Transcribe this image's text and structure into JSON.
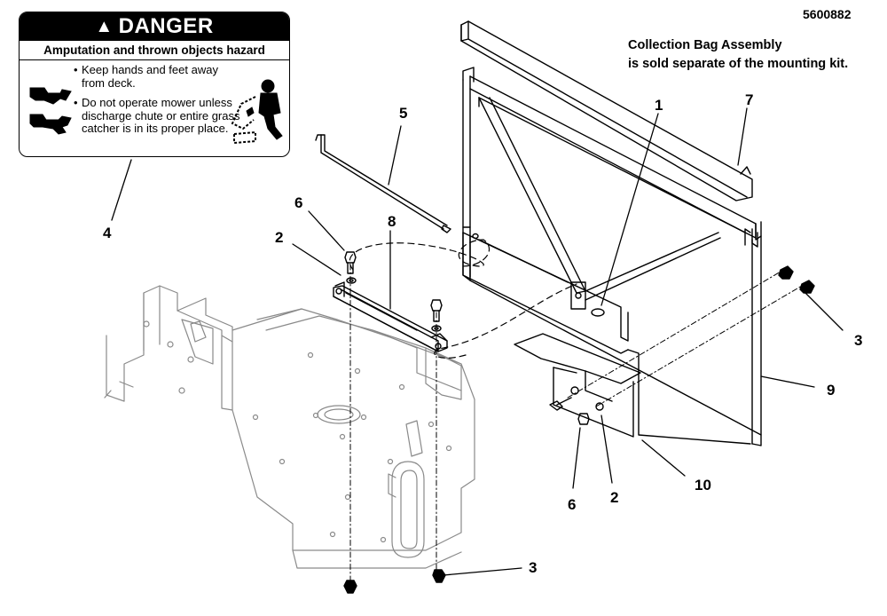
{
  "doc_number": "5600882",
  "note": {
    "line1": "Collection Bag Assembly",
    "line2": "is sold separate of the mounting kit."
  },
  "decal": {
    "header": "DANGER",
    "subheader": "Amputation and thrown objects hazard",
    "bullets": [
      "Keep hands and feet away from deck.",
      "Do not operate mower unless discharge chute or entire grass catcher is in its proper place."
    ]
  },
  "callouts": [
    "4",
    "5",
    "6",
    "2",
    "8",
    "1",
    "7",
    "3",
    "9",
    "10",
    "6",
    "2",
    "3"
  ],
  "icons": [
    "danger-triangle-icon",
    "hand-foot-blade-pictogram",
    "thrown-object-pictogram"
  ]
}
